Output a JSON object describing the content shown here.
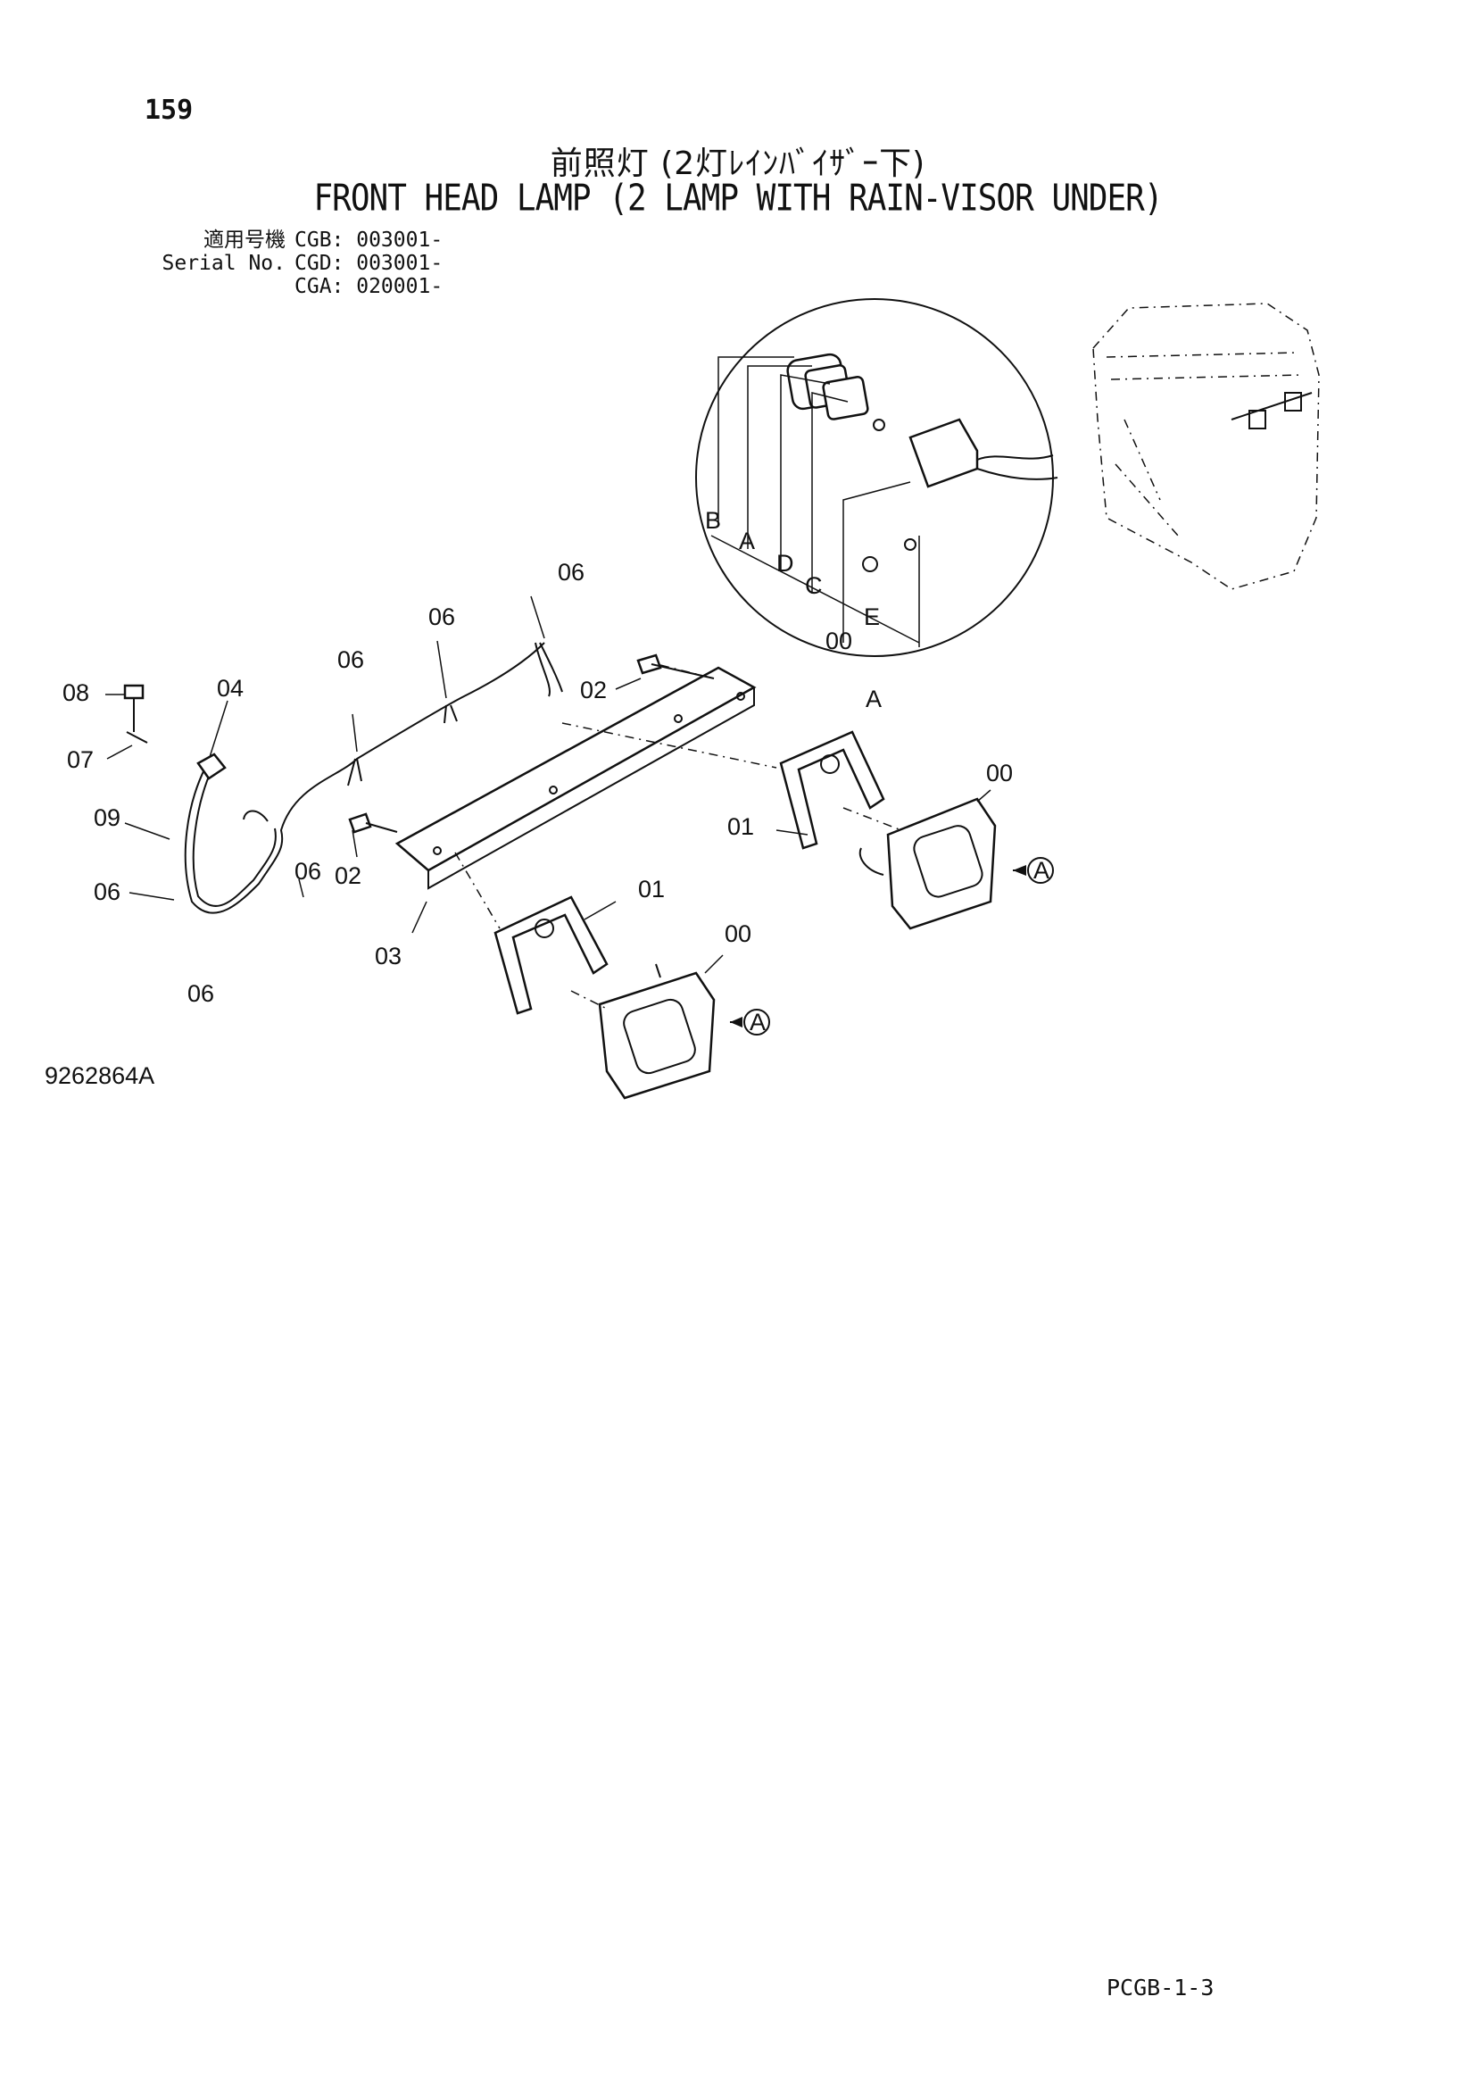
{
  "page_number": "159",
  "title_jp": "前照灯 (2灯ﾚｲﾝﾊﾞｲｻﾞｰ下)",
  "title_en": "FRONT HEAD LAMP (2 LAMP WITH RAIN-VISOR UNDER)",
  "serial": {
    "label_jp": "適用号機",
    "label_en": "Serial No.",
    "codes": [
      "CGB: 003001-",
      "CGD: 003001-",
      "CGA: 020001-"
    ]
  },
  "callouts": {
    "c00a": "00",
    "c00b": "00",
    "c00c": "00",
    "c01a": "01",
    "c01b": "01",
    "c02a": "02",
    "c02b": "02",
    "c03": "03",
    "c04": "04",
    "c06a": "06",
    "c06b": "06",
    "c06c": "06",
    "c06d": "06",
    "c06e": "06",
    "c06f": "06",
    "c07": "07",
    "c08": "08",
    "c09": "09",
    "detA": "A",
    "detB": "B",
    "detC": "C",
    "detD": "D",
    "detE": "E",
    "ref_a1": "A",
    "ref_a2": "A",
    "ref_a3": "A"
  },
  "figure_number": "9262864A",
  "page_code": "PCGB-1-3"
}
